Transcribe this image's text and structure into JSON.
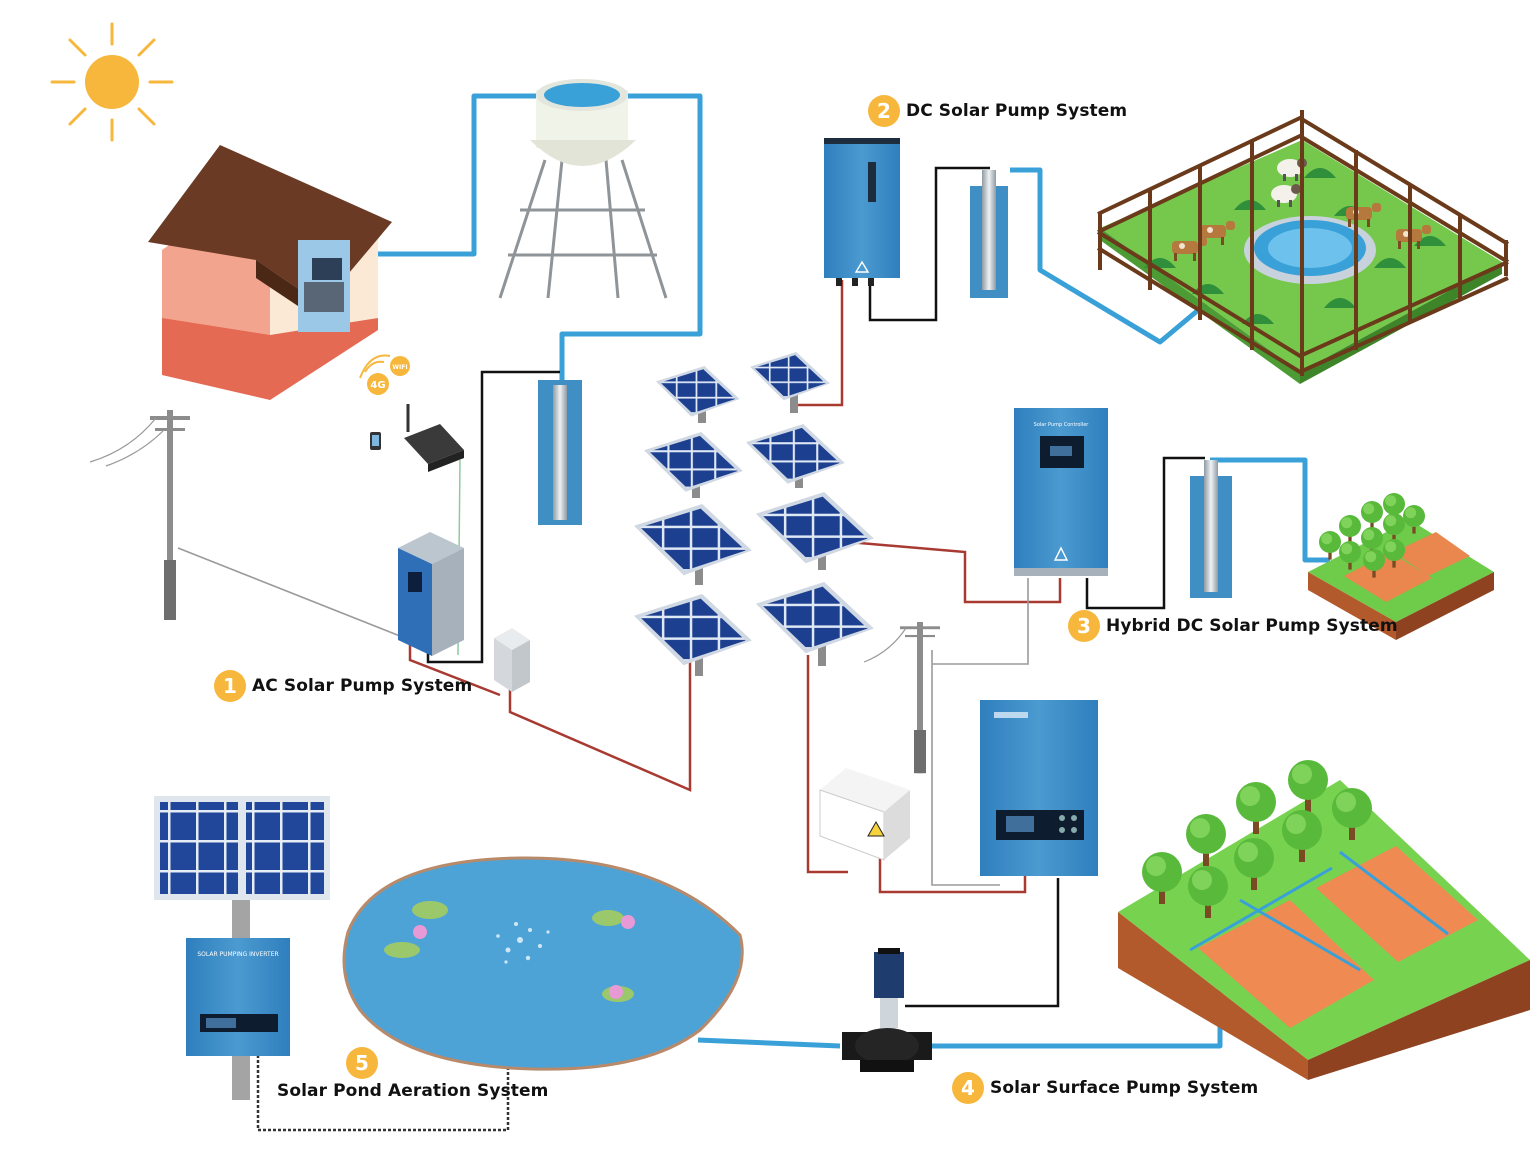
{
  "systems": [
    {
      "number": "1",
      "title": "AC Solar Pump System"
    },
    {
      "number": "2",
      "title": "DC Solar Pump System"
    },
    {
      "number": "3",
      "title": "Hybrid DC Solar Pump System"
    },
    {
      "number": "4",
      "title": "Solar Surface Pump System"
    },
    {
      "number": "5",
      "title": "Solar Pond Aeration System"
    }
  ],
  "device_text": {
    "pumping_inverter": "SOLAR PUMPING INVERTER",
    "pump_controller": "Solar Pump Controller",
    "signal_4g": "4G",
    "signal_wifi": "WIFI"
  },
  "colors": {
    "water_pipe": "#3aa0d8",
    "dc_cable": "#a83a32",
    "signal_cable": "#111111",
    "ac_cable": "#9a9a9a",
    "label_badge": "#f6b73c",
    "inverter_body": "#3b8cc7",
    "grass": "#5cc94a",
    "soil": "#b35a2c",
    "pond": "#4ea3d6"
  }
}
